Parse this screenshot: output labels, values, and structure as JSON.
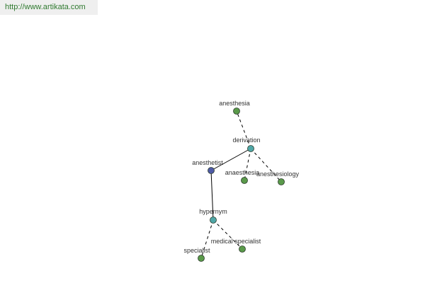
{
  "banner": {
    "url": "http://www.artikata.com"
  },
  "graph": {
    "colors": {
      "leaf": "#5a9a4a",
      "relation": "#4fa7a7",
      "center": "#4e5aa6",
      "edge": "#000000"
    },
    "nodes": {
      "anesthesia": {
        "label": "anesthesia",
        "kind": "leaf"
      },
      "derivation": {
        "label": "derivation",
        "kind": "relation"
      },
      "anesthetist": {
        "label": "anesthetist",
        "kind": "center"
      },
      "anaesthesia": {
        "label": "anaesthesia",
        "kind": "leaf"
      },
      "anesthesiology": {
        "label": "anesthesiology",
        "kind": "leaf"
      },
      "hypernym": {
        "label": "hypernym",
        "kind": "relation"
      },
      "medical_specialist": {
        "label": "medical specialist",
        "kind": "leaf"
      },
      "specialist": {
        "label": "specialist",
        "kind": "leaf"
      }
    },
    "edges": [
      {
        "from": "anesthetist",
        "to": "derivation",
        "style": "solid"
      },
      {
        "from": "derivation",
        "to": "anesthesia",
        "style": "dashed"
      },
      {
        "from": "derivation",
        "to": "anaesthesia",
        "style": "dashed"
      },
      {
        "from": "derivation",
        "to": "anesthesiology",
        "style": "dashed"
      },
      {
        "from": "anesthetist",
        "to": "hypernym",
        "style": "solid"
      },
      {
        "from": "hypernym",
        "to": "specialist",
        "style": "dashed"
      },
      {
        "from": "hypernym",
        "to": "medical_specialist",
        "style": "dashed"
      }
    ]
  }
}
